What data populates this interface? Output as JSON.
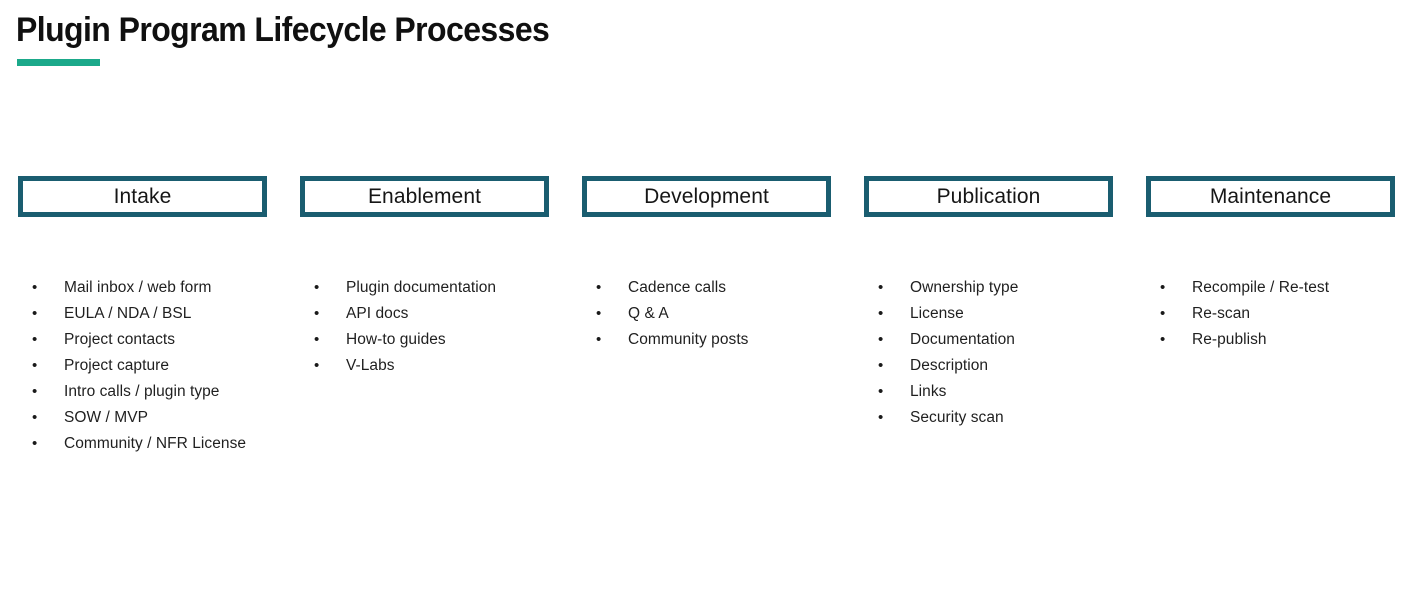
{
  "slide": {
    "title": "Plugin Program Lifecycle Processes",
    "accent_color": "#1ba98a",
    "box_border_color": "#1a5d70",
    "background_color": "#ffffff",
    "text_color": "#1a1a1a",
    "bullet_glyph": "•"
  },
  "columns": [
    {
      "phase": "Intake",
      "items": [
        "Mail inbox / web form",
        "EULA / NDA / BSL",
        "Project contacts",
        "Project capture",
        "Intro calls / plugin type",
        "SOW / MVP",
        "Community / NFR License"
      ]
    },
    {
      "phase": "Enablement",
      "items": [
        "Plugin documentation",
        "API docs",
        "How-to guides",
        "V-Labs"
      ]
    },
    {
      "phase": "Development",
      "items": [
        "Cadence calls",
        "Q & A",
        "Community posts"
      ]
    },
    {
      "phase": "Publication",
      "items": [
        "Ownership type",
        "License",
        "Documentation",
        "Description",
        "Links",
        "Security scan"
      ]
    },
    {
      "phase": "Maintenance",
      "items": [
        "Recompile / Re-test",
        "Re-scan",
        "Re-publish"
      ]
    }
  ]
}
